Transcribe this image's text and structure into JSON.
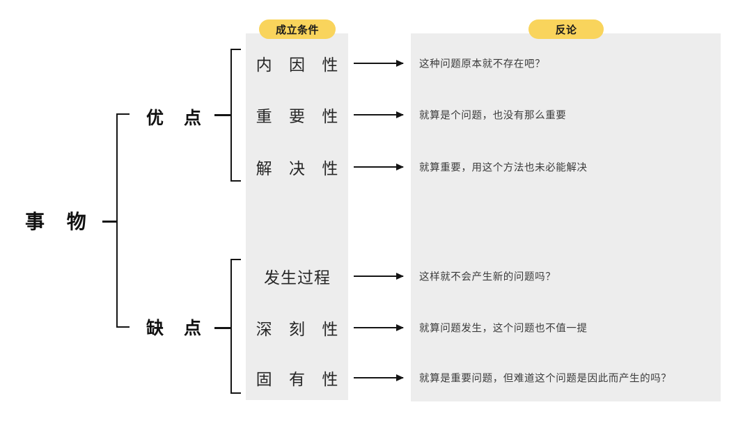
{
  "diagram": {
    "title_root": "事 物",
    "colors": {
      "pill_bg": "#f9d45c",
      "panel_bg": "#ededed",
      "line": "#141414",
      "term_text": "#262626",
      "counter_text": "#3b3b3b"
    },
    "columns": [
      {
        "id": "conditions",
        "pill_label": "成立条件"
      },
      {
        "id": "counter",
        "pill_label": "反论"
      }
    ],
    "branches": [
      {
        "id": "pros",
        "label": "优 点",
        "rows": [
          {
            "term": "内 因 性",
            "counter": "这种问题原本就不存在吧？",
            "arrow": "arrow-right-icon"
          },
          {
            "term": "重 要 性",
            "counter": "就算是个问题，也没有那么重要",
            "arrow": "arrow-right-icon"
          },
          {
            "term": "解 决 性",
            "counter": "就算重要，用这个方法也未必能解决",
            "arrow": "arrow-right-icon"
          }
        ]
      },
      {
        "id": "cons",
        "label": "缺 点",
        "rows": [
          {
            "term": "发生过程",
            "counter": "这样就不会产生新的问题吗？",
            "arrow": "arrow-right-icon"
          },
          {
            "term": "深 刻 性",
            "counter": "就算问题发生，这个问题也不值一提",
            "arrow": "arrow-right-icon"
          },
          {
            "term": "固 有 性",
            "counter": "就算是重要问题，但难道这个问题是因此而产生的吗？",
            "arrow": "arrow-right-icon"
          }
        ]
      }
    ]
  }
}
